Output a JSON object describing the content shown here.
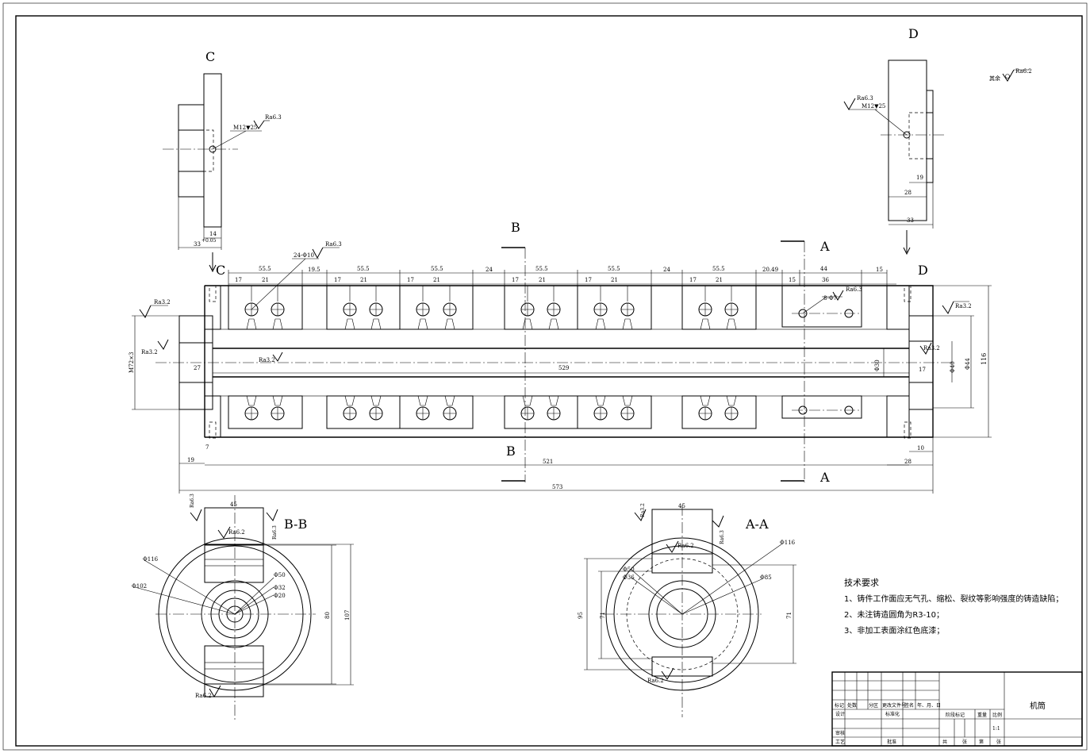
{
  "title_block": {
    "part_name": "机筒",
    "mark": "标记",
    "count": "处数",
    "zone": "分区",
    "change_doc_no": "更改文件号",
    "signature": "签名",
    "date": "年、月、日",
    "design": "设计",
    "standardization": "标准化",
    "stage_mark": "阶段标记",
    "weight": "重量",
    "scale_label": "比例",
    "scale_value": "1:1",
    "check": "审核",
    "process": "工艺",
    "approve": "批准",
    "total": "共",
    "sheets": "张",
    "page": "第",
    "sheet": "张"
  },
  "tech_requirements": {
    "heading": "技术要求",
    "items": [
      "1、铸件工作面应无气孔、缩松、裂纹等影响强度的铸造缺陷；",
      "2、未注铸造圆角为R3-10；",
      "3、非加工表面涂红色底漆；"
    ]
  },
  "section_labels": {
    "c": "C",
    "d": "D",
    "b": "B",
    "a": "A",
    "bb": "B-B",
    "aa": "A-A"
  },
  "roughness": {
    "rest": "其余",
    "ra63": "Ra6.3",
    "ra32": "Ra3.2",
    "ra62": "Ra6.2"
  },
  "top_dims": [
    "17",
    "21",
    "55.5",
    "19.5",
    "17",
    "21",
    "17",
    "21",
    "55.5",
    "24",
    "17",
    "21",
    "17",
    "21",
    "55.5",
    "24",
    "17",
    "21",
    "55.5",
    "20.49",
    "15",
    "44",
    "36",
    "15"
  ],
  "main_dims": {
    "hole_note": "24-Φ10",
    "thread_left": "M72×3",
    "hole_8": "8-Φ7",
    "len_27": "27",
    "len_529": "529",
    "len_17": "17",
    "d_30": "Φ30",
    "d_40": "Φ40",
    "d_44": "Φ44",
    "h_116": "116",
    "len_19a": "19",
    "len_7": "7",
    "len_521": "521",
    "len_28": "28",
    "len_10": "10",
    "len_573": "573"
  },
  "view_c": {
    "thread": "M12▼25",
    "d14": "14",
    "d33": "33",
    "tol": "+0.05"
  },
  "view_d": {
    "thread": "M12▼25",
    "d19": "19",
    "d28": "28",
    "d33": "33"
  },
  "bb_dims": {
    "w45": "45",
    "d116": "Φ116",
    "d102": "Φ102",
    "d50": "Φ50",
    "d32": "Φ32",
    "d20": "Φ20",
    "h80": "80",
    "h107": "107"
  },
  "aa_dims": {
    "w45": "45",
    "d116": "Φ116",
    "d85": "Φ85",
    "d50": "Φ50",
    "d36": "Φ36",
    "h71a": "71",
    "h71b": "71",
    "h95": "95"
  }
}
